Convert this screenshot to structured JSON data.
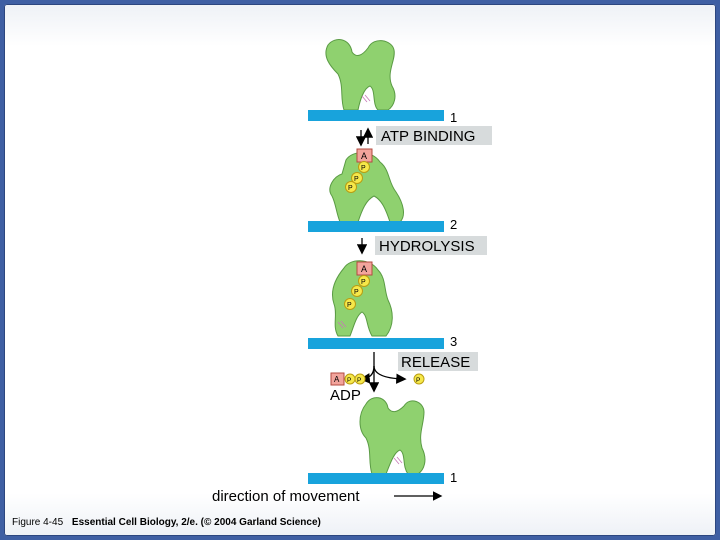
{
  "figure": {
    "steps": [
      {
        "number": "1",
        "label": "ATP BINDING"
      },
      {
        "number": "2",
        "label": "HYDROLYSIS"
      },
      {
        "number": "3",
        "label": "RELEASE"
      },
      {
        "number": "1"
      }
    ],
    "nucleotide": {
      "adenine": "A",
      "phosphate": "P"
    },
    "released_label": "ADP",
    "direction_label": "direction of movement"
  },
  "caption": {
    "figure_number": "Figure 4-45",
    "source": "Essential Cell Biology, 2/e. (© 2004 Garland Science)"
  },
  "colors": {
    "protein_fill": "#8fd16f",
    "protein_stroke": "#5a9b44",
    "filament": "#18a3dc",
    "label_bg": "#d7dbdc",
    "adenine_fill": "#f2a49c",
    "phosphate_fill": "#f6e84a",
    "background": "#3f5fa3"
  }
}
